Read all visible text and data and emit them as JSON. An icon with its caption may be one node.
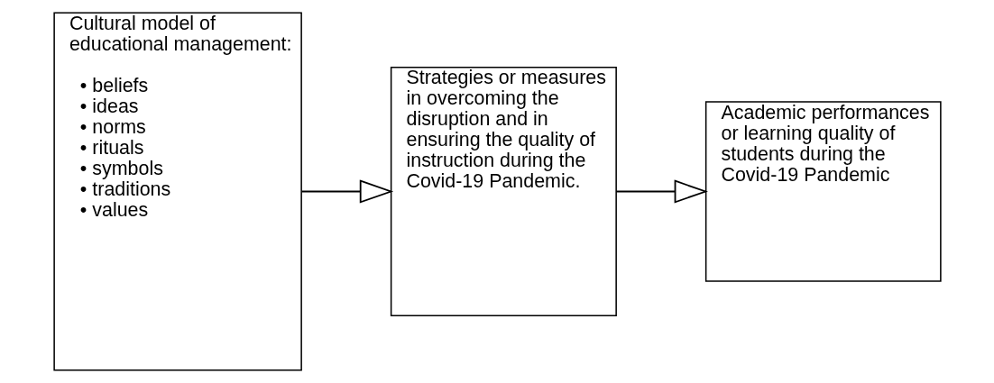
{
  "diagram": {
    "nodes": [
      {
        "text": [
          "Cultural model of educational management:",
          "• beliefs",
          "• ideas",
          "• norms",
          "• rituals",
          "• symbols",
          "• traditions",
          "• values"
        ]
      },
      {
        "text": [
          "Strategies or measures in overcoming the disruption and in ensuring the quality of instruction during the Covid-19 Pandemic."
        ]
      },
      {
        "text": [
          "Academic performances or learning quality of students during the Covid-19 Pandemic"
        ]
      }
    ],
    "edges": [
      {
        "from": 0,
        "to": 1,
        "arrow": "to"
      },
      {
        "from": 1,
        "to": 2,
        "arrow": "to"
      }
    ]
  }
}
